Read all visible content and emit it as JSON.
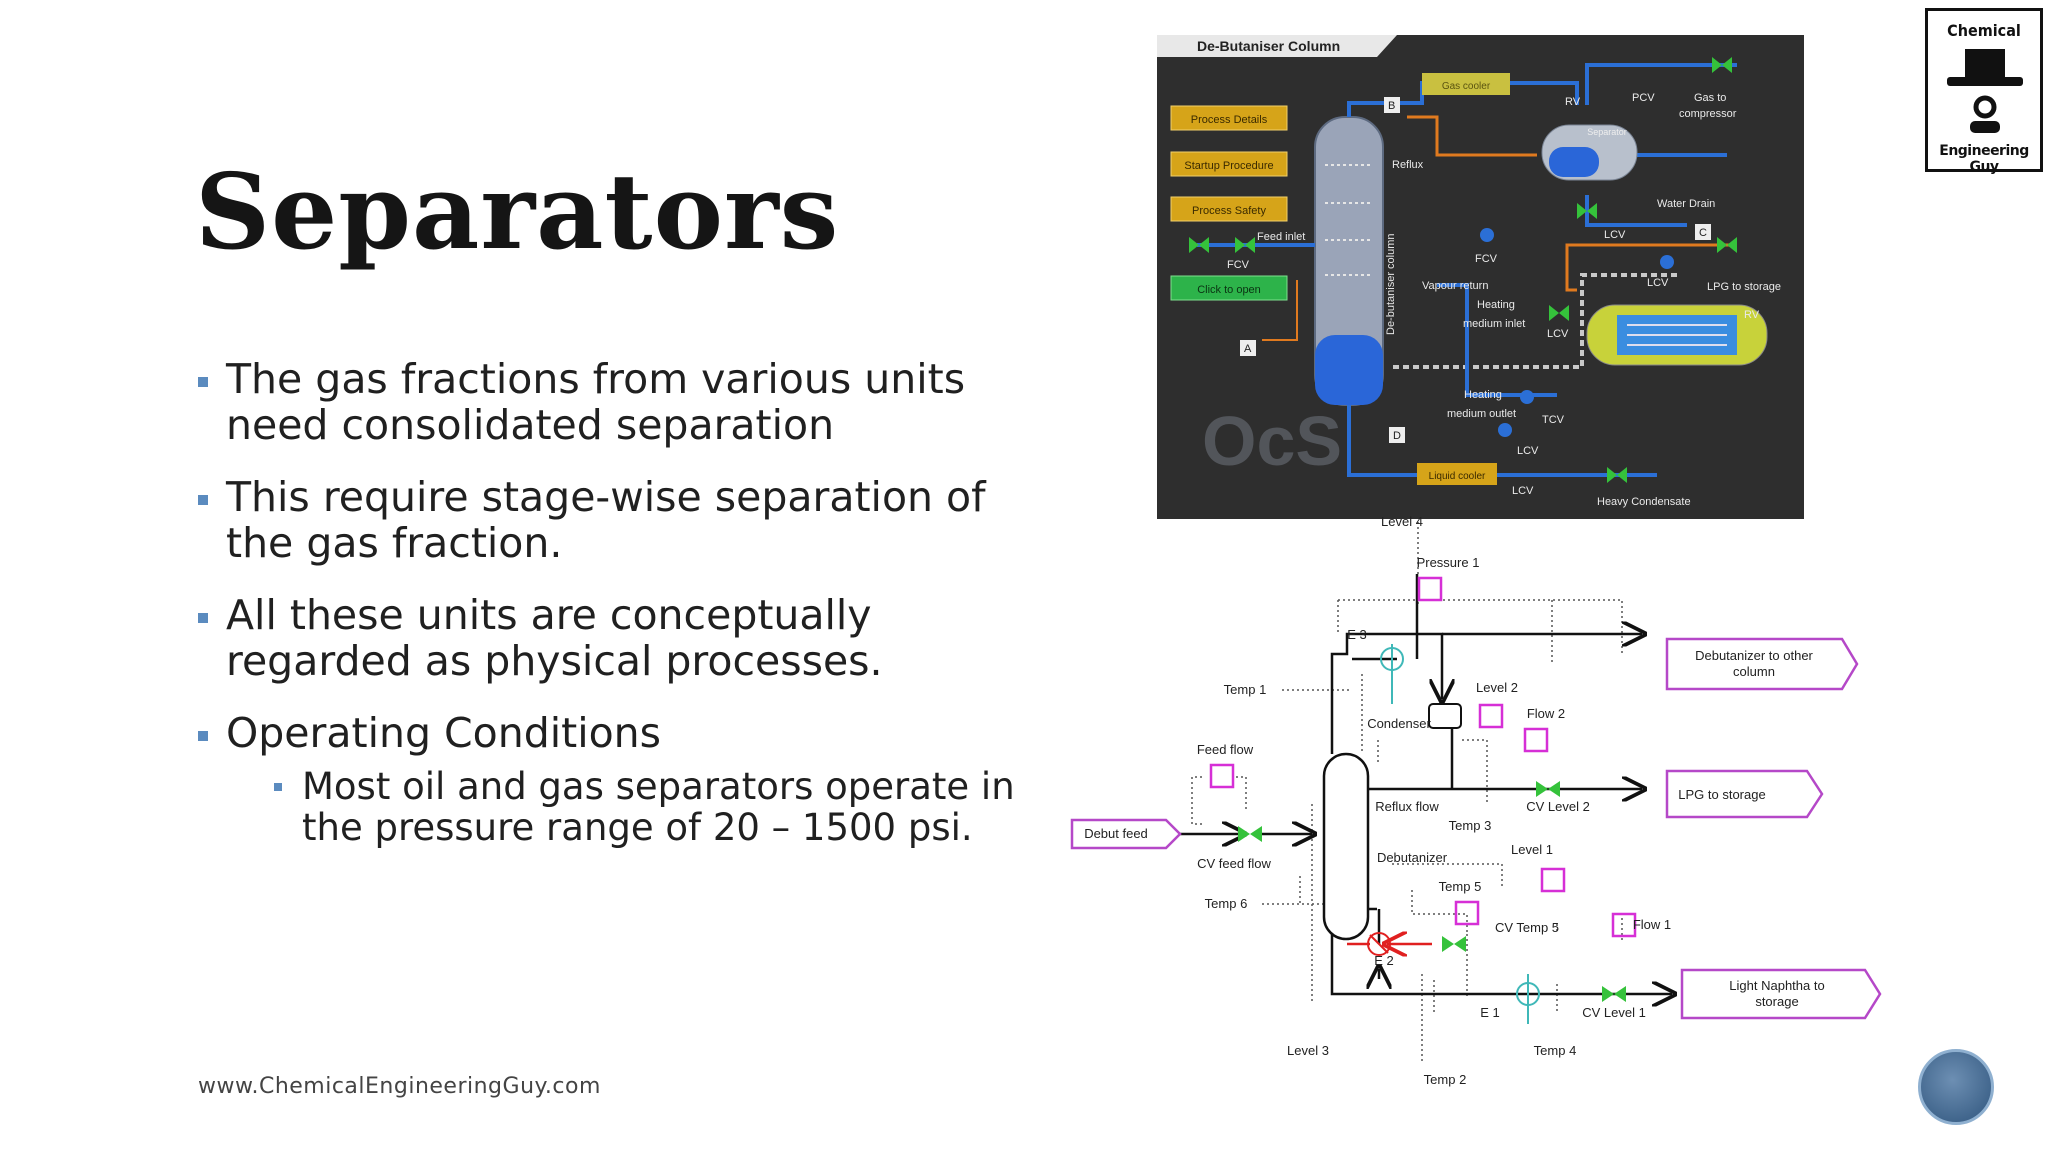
{
  "slide": {
    "title": "Separators",
    "bullets": [
      "The gas fractions from various units need consolidated separation",
      "This require stage-wise separation of the gas fraction.",
      "All these units are conceptually regarded as physical processes.",
      "Operating Conditions"
    ],
    "sub_bullets": [
      "Most oil and gas separators operate in the pressure range of 20 – 1500 psi."
    ],
    "footer_url": "www.ChemicalEngineeringGuy.com"
  },
  "logo": {
    "top_text": "Chemical",
    "bottom_text": "Engineering Guy"
  },
  "screenshot": {
    "title": "De-Butaniser Column",
    "buttons": [
      "Process Details",
      "Startup Procedure",
      "Process Safety",
      "Click to open"
    ],
    "labels": {
      "gas_cooler": "Gas cooler",
      "b": "B",
      "a": "A",
      "c": "C",
      "d": "D",
      "rv": "RV",
      "pcv": "PCV",
      "gas_to_compressor_1": "Gas to",
      "gas_to_compressor_2": "compressor",
      "separator": "Separator",
      "reflux": "Reflux",
      "water_drain": "Water Drain",
      "feed_inlet": "Feed inlet",
      "fcv": "FCV",
      "fcv2": "FCV",
      "lcv": "LCV",
      "lcv2": "LCV",
      "lpg_to_storage": "LPG to storage",
      "rv2": "RV",
      "vapour_return": "Vapour return",
      "heating_inlet_1": "Heating",
      "heating_inlet_2": "medium inlet",
      "lcv3": "LCV",
      "column": "De-butaniser column",
      "heating_outlet_1": "Heating",
      "heating_outlet_2": "medium outlet",
      "tcv": "TCV",
      "lcv4": "LCV",
      "liquid_cooler": "Liquid cooler",
      "lcv5": "LCV",
      "heavy_condensate": "Heavy Condensate",
      "ocs": "OcS"
    }
  },
  "diagram": {
    "labels": {
      "level4": "Level 4",
      "pressure1": "Pressure 1",
      "e3": "E 3",
      "debutanizer_other": "Debutanizer to other",
      "column": "column",
      "temp1": "Temp 1",
      "level2": "Level 2",
      "flow2": "Flow 2",
      "condenser": "Condenser",
      "feed_flow": "Feed flow",
      "reflux_flow": "Reflux flow",
      "cv_level2": "CV Level 2",
      "lpg_to_storage": "LPG  to storage",
      "debut_feed": "Debut feed",
      "temp3": "Temp 3",
      "level1": "Level 1",
      "cv_feed_flow": "CV feed flow",
      "debutanizer": "Debutanizer",
      "temp5": "Temp 5",
      "temp6": "Temp 6",
      "flow1": "Flow 1",
      "cv_temp5": "CV Temp 5",
      "e2": "E 2",
      "light_naphtha_1": "Light Naphtha to",
      "light_naphtha_2": "storage",
      "e1": "E 1",
      "cv_level1": "CV Level 1",
      "level3": "Level 3",
      "temp4": "Temp 4",
      "temp2": "Temp 2"
    }
  },
  "colors": {
    "bullet": "#5b8bbf",
    "panel_bg": "#2e2e2e",
    "yellow_button": "#d6a419",
    "green_button": "#2db34a",
    "pipe_blue": "#2b6fd6",
    "pipe_orange": "#e07a1f",
    "instrument": "#d62fd6",
    "valve": "#35c23b",
    "arrow_black": "#111111",
    "heater_red": "#e02020",
    "exchanger_teal": "#3fb8b8"
  }
}
